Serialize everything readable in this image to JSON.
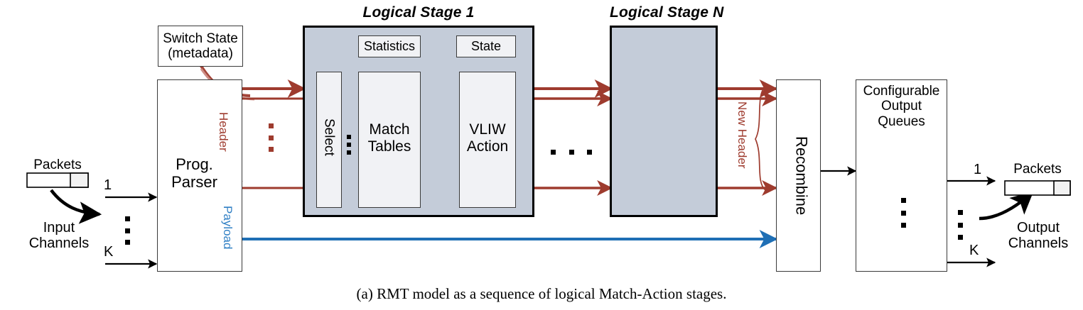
{
  "figure": {
    "caption": "(a) RMT model as a sequence of logical Match-Action stages.",
    "colors": {
      "header_line": "#9e3b2e",
      "payload_line": "#1f6fb5",
      "stage_fill": "#c4ccd9",
      "inner_fill": "#f1f2f5",
      "outline": "#000000"
    }
  },
  "left": {
    "packets_label": "Packets",
    "input_channels_label": "Input\nChannels",
    "channel_first": "1",
    "channel_last": "K"
  },
  "parser": {
    "switch_state_label": "Switch State\n(metadata)",
    "parser_label": "Prog.\nParser",
    "header_label": "Header",
    "payload_label": "Payload"
  },
  "stage1": {
    "title": "Logical Stage 1",
    "statistics_label": "Statistics",
    "state_label": "State",
    "select_label": "Select",
    "match_tables_label": "Match\nTables",
    "vliw_action_label": "VLIW\nAction"
  },
  "stageN": {
    "title": "Logical Stage N"
  },
  "recombine": {
    "new_header_label": "New Header",
    "label": "Recombine"
  },
  "output": {
    "queues_label": "Configurable\nOutput\nQueues",
    "packets_label": "Packets",
    "output_channels_label": "Output\nChannels",
    "channel_first": "1",
    "channel_last": "K"
  }
}
